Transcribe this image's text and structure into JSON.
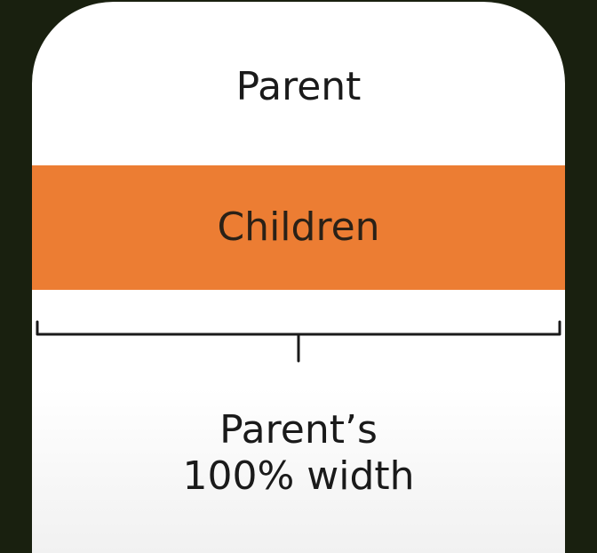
{
  "parent": {
    "label": "Parent"
  },
  "child": {
    "label": "Children",
    "color": "#ec7d33"
  },
  "measure": {
    "line1": "Parent’s",
    "line2": "100% width"
  },
  "colors": {
    "background": "#19200f",
    "parent_fill": "#ffffff",
    "text": "#1a1a1a"
  }
}
